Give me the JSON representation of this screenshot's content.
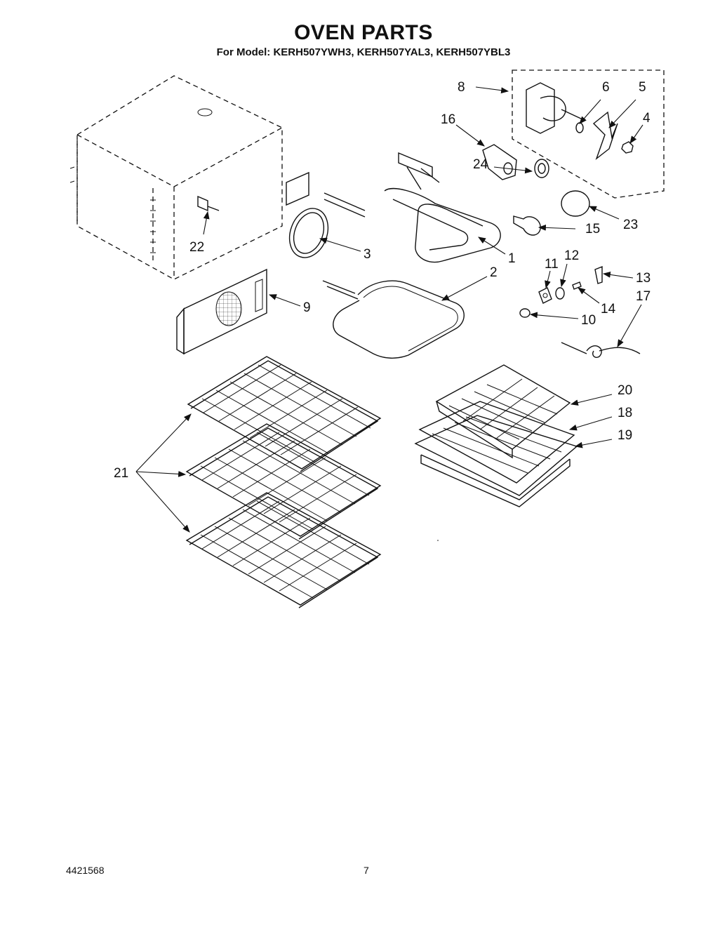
{
  "header": {
    "title": "OVEN PARTS",
    "subtitle": "For Model: KERH507YWH3, KERH507YAL3, KERH507YBL3"
  },
  "footer": {
    "doc_number": "4421568",
    "page_number": "7"
  },
  "callouts": {
    "c1": "1",
    "c2": "2",
    "c3": "3",
    "c4": "4",
    "c5": "5",
    "c6": "6",
    "c8": "8",
    "c9": "9",
    "c10": "10",
    "c11": "11",
    "c12": "12",
    "c13": "13",
    "c14": "14",
    "c15": "15",
    "c16": "16",
    "c17": "17",
    "c18": "18",
    "c19": "19",
    "c20": "20",
    "c21": "21",
    "c22": "22",
    "c23": "23",
    "c24": "24"
  }
}
